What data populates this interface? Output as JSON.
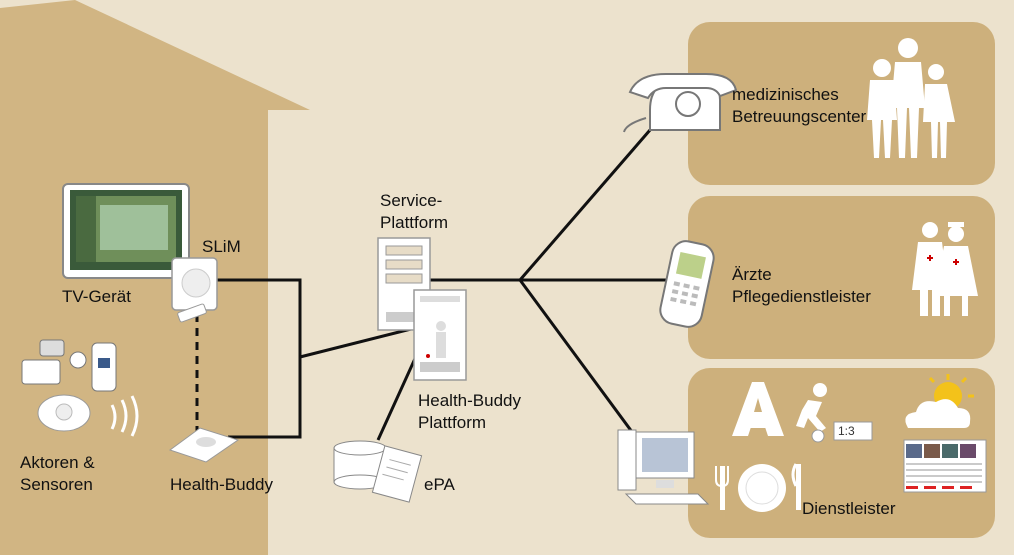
{
  "colors": {
    "background": "#ece2cd",
    "house": "#d1b583",
    "panel": "#cdb07c",
    "line": "#111111",
    "device": "#ffffff"
  },
  "icons": [
    "tv-icon",
    "slim-device-icon",
    "sensor-icon",
    "health-buddy-icon",
    "server-icon",
    "database-icon",
    "document-icon",
    "telephone-icon",
    "mobile-phone-icon",
    "computer-icon",
    "people-icon",
    "doctor-nurse-icon",
    "pharmacy-icon",
    "soccer-icon",
    "weather-icon",
    "plate-icon",
    "newspaper-icon"
  ],
  "home": {
    "tv_label": "TV-Gerät",
    "slim_label": "SLiM",
    "sensors_label_1": "Aktoren &",
    "sensors_label_2": "Sensoren",
    "health_buddy_label": "Health-Buddy"
  },
  "platform": {
    "service_label_1": "Service-",
    "service_label_2": "Plattform",
    "hb_platform_label_1": "Health-Buddy",
    "hb_platform_label_2": "Plattform",
    "epa_label": "ePA"
  },
  "panels": {
    "medical": {
      "line1": "medizinisches",
      "line2": "Betreuungscenter"
    },
    "doctors": {
      "line1": "Ärzte",
      "line2": "Pflegedienstleister"
    },
    "services": {
      "label": "Dienstleister",
      "score": "1:3"
    }
  }
}
